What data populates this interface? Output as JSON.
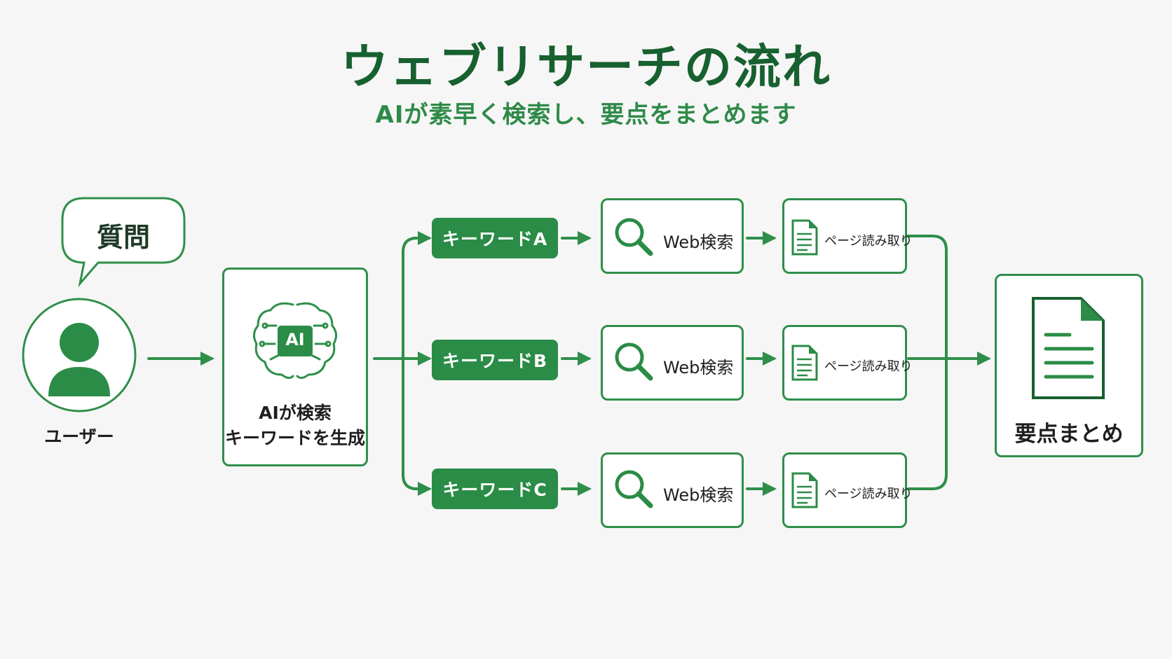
{
  "title": "ウェブリサーチの流れ",
  "subtitle": "AIが素早く検索し、要点をまとめます",
  "colors": {
    "dark_green": "#17602f",
    "green": "#2a8c46",
    "border_green": "#2f8f4a",
    "background": "#f6f6f6"
  },
  "user": {
    "bubble_text": "質問",
    "label": "ユーザー",
    "icon": "person-icon"
  },
  "ai": {
    "badge": "AI",
    "line1": "AIが検索",
    "line2": "キーワードを生成",
    "icon": "ai-brain-icon"
  },
  "rows": [
    {
      "keyword": "キーワードA",
      "search": "Web検索",
      "read": "ページ読み取り"
    },
    {
      "keyword": "キーワードB",
      "search": "Web検索",
      "read": "ページ読み取り"
    },
    {
      "keyword": "キーワードC",
      "search": "Web検索",
      "read": "ページ読み取り"
    }
  ],
  "summary": {
    "label": "要点まとめ",
    "icon": "document-icon"
  }
}
